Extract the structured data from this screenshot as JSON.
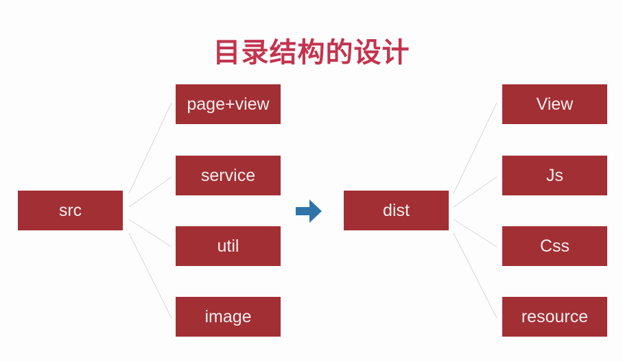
{
  "title": "目录结构的设计",
  "colors": {
    "title": "#c2344e",
    "box": "#a22f34",
    "box_text": "#f6eeee",
    "arrow": "#2f74a8",
    "connector": "#d6d6d6"
  },
  "source": {
    "root": "src",
    "children": [
      "page+view",
      "service",
      "util",
      "image"
    ]
  },
  "arrow": "arrow-right-icon",
  "output": {
    "root": "dist",
    "children": [
      "View",
      "Js",
      "Css",
      "resource"
    ]
  }
}
